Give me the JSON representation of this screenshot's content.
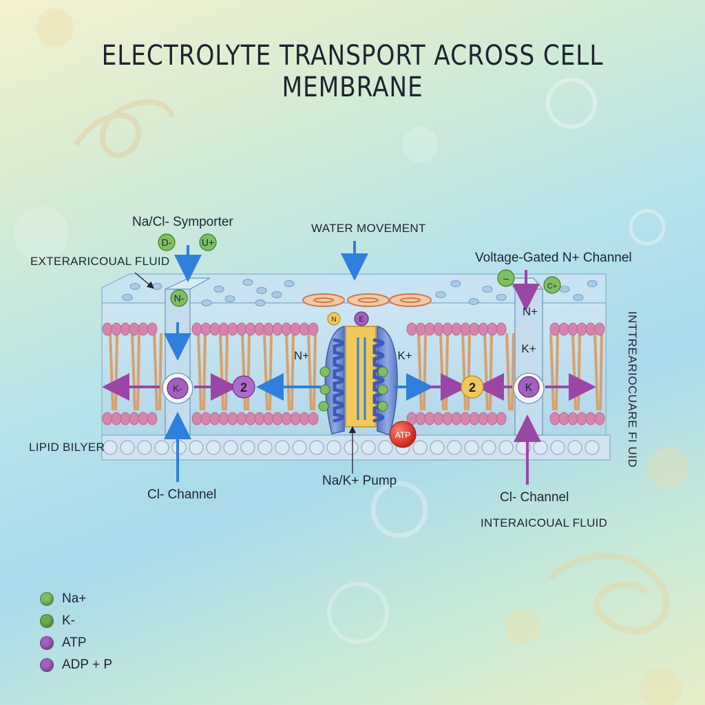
{
  "title": "ELECTROLYTE TRANSPORT ACROSS CELL MEMBRANE",
  "labels": {
    "symporter": "Na/Cl- Symporter",
    "water_movement": "WATER MOVEMENT",
    "voltage_channel": "Voltage-Gated N+ Channel",
    "extracellular_fluid": "EXTERARICOUAL FLUID",
    "intracellular_fluid_vertical": "INTTREARIOCUARE FI UID",
    "lipid_bilayer": "LIPID BILYER",
    "cl_channel_left": "Cl- Channel",
    "pump": "Na/K+ Pump",
    "cl_channel_right": "Cl- Channel",
    "interstitial_fluid": "INTERAICOUAL FLUID"
  },
  "ions": {
    "symporter_top_left": "D-",
    "symporter_top_right": "U+",
    "symporter_inner": "N-",
    "left_channel_center": "K-",
    "left_number": "2",
    "pump_na": "N+",
    "pump_k": "K+",
    "pump_top_left": "N",
    "pump_top_right": "E",
    "atp_badge": "ATP",
    "right_channel_na": "N+",
    "right_channel_k": "K+",
    "right_channel_center": "K",
    "right_number": "2",
    "voltage_top_left": "–",
    "voltage_top_right": "C+"
  },
  "legend": [
    {
      "symbol": "–",
      "label": "Na+",
      "color": "#7fbf63"
    },
    {
      "symbol": "",
      "label": "K-",
      "color": "#6fae4f"
    },
    {
      "symbol": "",
      "label": "ATP",
      "color": "#a45fbf"
    },
    {
      "symbol": "",
      "label": "ADP + P",
      "color": "#a45fbf"
    }
  ],
  "colors": {
    "blue_arrow": "#2f7fdc",
    "purple_arrow": "#9b46a6",
    "lipid_head": "#d484ad",
    "lipid_tail": "#d9a06b",
    "membrane": "#b9dcec",
    "pump": "#6d8dd1",
    "atp": "#e23b2e"
  }
}
